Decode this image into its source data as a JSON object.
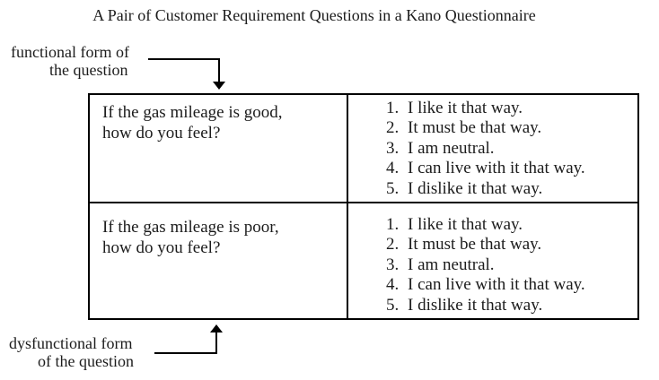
{
  "title": "A Pair of Customer Requirement Questions in a Kano Questionnaire",
  "annotations": {
    "functional": {
      "line1": "functional form of",
      "line2": "the question"
    },
    "dysfunctional": {
      "line1": "dysfunctional form",
      "line2": "of the question"
    }
  },
  "table": {
    "rows": [
      {
        "question_line1": "If the gas mileage is good,",
        "question_line2": "how do you feel?",
        "options": [
          {
            "number": "1.",
            "text": "I like it that way."
          },
          {
            "number": "2.",
            "text": "It must be that way."
          },
          {
            "number": "3.",
            "text": "I am neutral."
          },
          {
            "number": "4.",
            "text": "I can live with it that way."
          },
          {
            "number": "5.",
            "text": "I dislike it that way."
          }
        ]
      },
      {
        "question_line1": "If the gas mileage is poor,",
        "question_line2": "how do you feel?",
        "options": [
          {
            "number": "1.",
            "text": "I like it that way."
          },
          {
            "number": "2.",
            "text": "It must be that way."
          },
          {
            "number": "3.",
            "text": "I am neutral."
          },
          {
            "number": "4.",
            "text": "I can live with it that way."
          },
          {
            "number": "5.",
            "text": "I dislike it that way."
          }
        ]
      }
    ]
  },
  "colors": {
    "text": "#1c1c1c",
    "line": "#000000",
    "background": "#ffffff"
  }
}
